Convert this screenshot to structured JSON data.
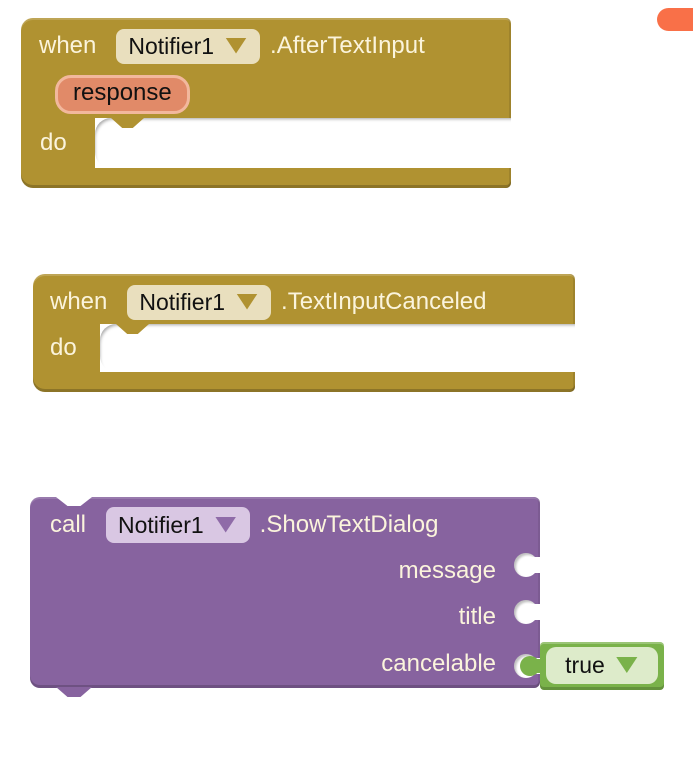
{
  "workspace": {
    "background": "#ffffff"
  },
  "indicator": {
    "color": "#F97048"
  },
  "colors": {
    "workspace_bg": "#ffffff",
    "indicator_orange": "#F97048",
    "event_block": "#B09231",
    "dropdown_beige": "#E9DFBE",
    "param_pill": "#E18A68",
    "param_pill_border": "#F2B89D",
    "method_block": "#87639F",
    "method_tri": "#8F6BA8",
    "dropdown_lavender": "#D9C7E3",
    "logic_block": "#7AB24A",
    "dropdown_lightgreen": "#DDEBCA",
    "label_text": "#FBF4DC",
    "value_text": "#111111",
    "socket_white": "#ffffff"
  },
  "blocks": {
    "afterTextInput": {
      "keyword": "when",
      "component": "Notifier1",
      "member": ".AfterTextInput",
      "param": "response",
      "do_label": "do"
    },
    "textInputCanceled": {
      "keyword": "when",
      "component": "Notifier1",
      "member": ".TextInputCanceled",
      "do_label": "do"
    },
    "showTextDialog": {
      "keyword": "call",
      "component": "Notifier1",
      "member": ".ShowTextDialog",
      "args": [
        {
          "label": "message"
        },
        {
          "label": "title"
        },
        {
          "label": "cancelable"
        }
      ]
    },
    "trueValue": {
      "value": "true"
    }
  }
}
